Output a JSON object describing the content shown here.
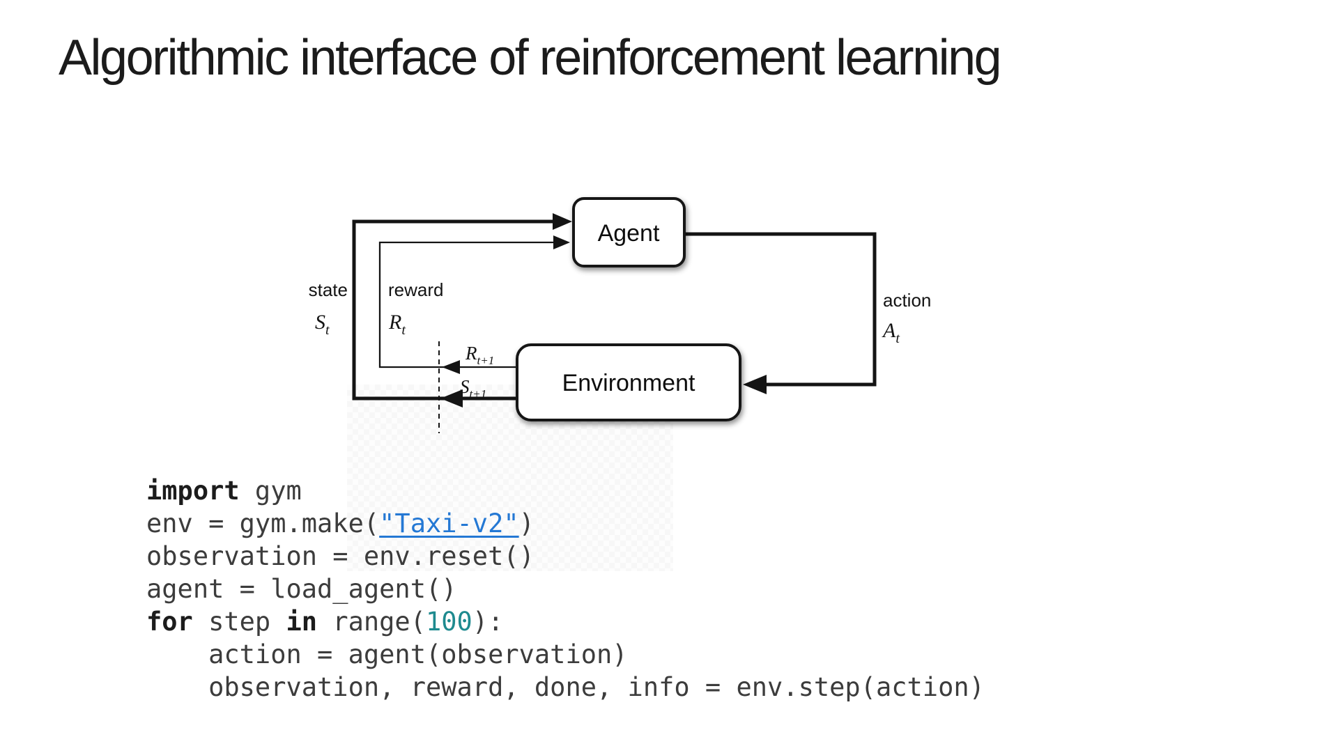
{
  "title": "Algorithmic interface of reinforcement learning",
  "diagram": {
    "agent_label": "Agent",
    "environment_label": "Environment",
    "state_label": "state",
    "state_symbol": {
      "base": "S",
      "sub": "t"
    },
    "reward_label": "reward",
    "reward_symbol": {
      "base": "R",
      "sub": "t"
    },
    "action_label": "action",
    "action_symbol": {
      "base": "A",
      "sub": "t"
    },
    "reward_next_symbol": {
      "base": "R",
      "sub": "t+1"
    },
    "state_next_symbol": {
      "base": "S",
      "sub": "t+1"
    }
  },
  "code": {
    "lines": [
      [
        {
          "t": "import",
          "s": "kw"
        },
        {
          "t": " gym",
          "s": "plain"
        }
      ],
      [
        {
          "t": "env = gym.make(",
          "s": "plain"
        },
        {
          "t": "\"Taxi-v2\"",
          "s": "str-link"
        },
        {
          "t": ")",
          "s": "plain"
        }
      ],
      [
        {
          "t": "observation = env.reset()",
          "s": "plain"
        }
      ],
      [
        {
          "t": "agent = load_agent()",
          "s": "plain"
        }
      ],
      [
        {
          "t": "for",
          "s": "kw"
        },
        {
          "t": " step ",
          "s": "plain"
        },
        {
          "t": "in",
          "s": "kw"
        },
        {
          "t": " range(",
          "s": "plain"
        },
        {
          "t": "100",
          "s": "num"
        },
        {
          "t": "):",
          "s": "plain"
        }
      ],
      [
        {
          "t": "    action = agent(observation)",
          "s": "plain"
        }
      ],
      [
        {
          "t": "    observation, reward, done, info = env.step(action)",
          "s": "plain"
        }
      ]
    ]
  },
  "colors": {
    "ink": "#141414",
    "code_plain": "#3c3c3c",
    "keyword": "#1c1c1c",
    "number": "#1e8a8f",
    "string_link": "#2478d4"
  }
}
